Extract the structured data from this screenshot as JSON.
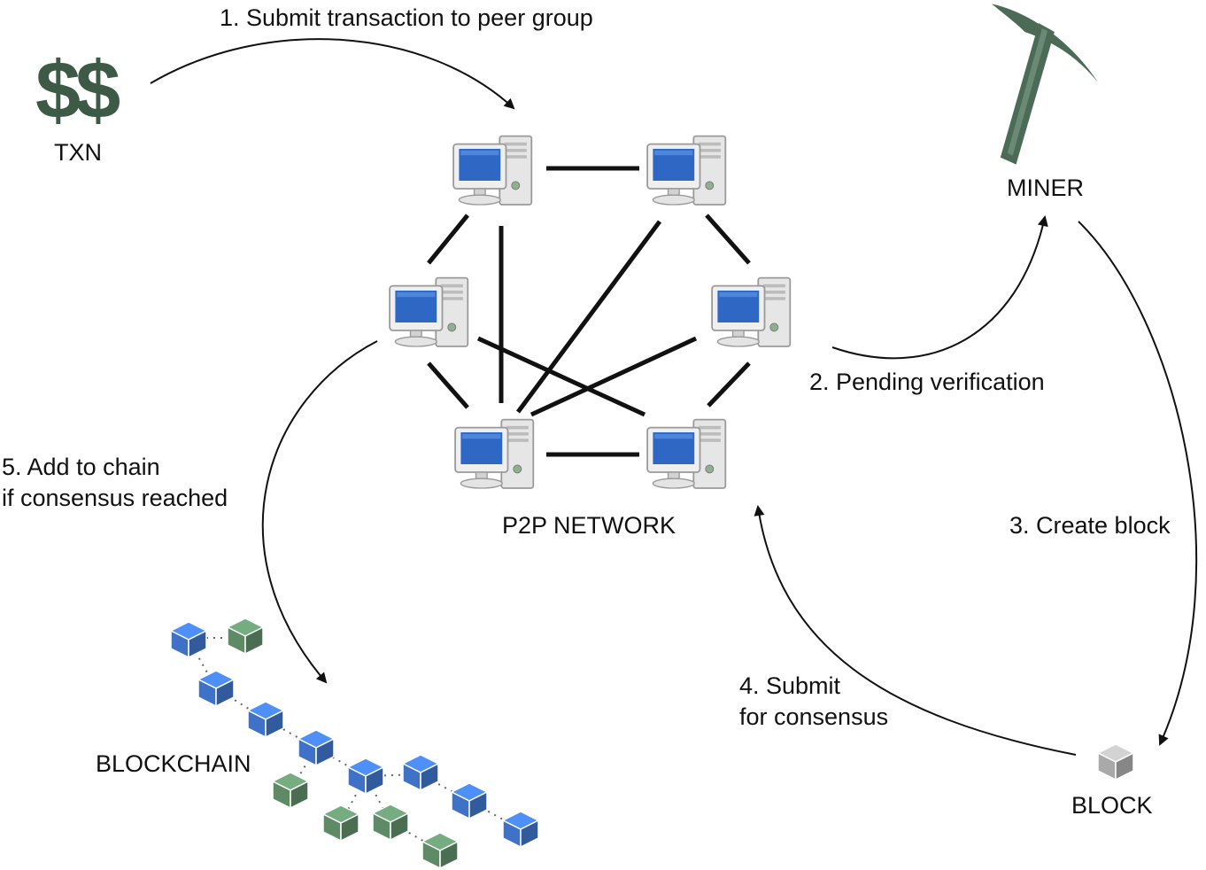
{
  "icons": {
    "txn_symbol": "$$",
    "txn_symbol_color": "#3c5a45",
    "computer": "desktop-computer-icon",
    "pickaxe": "pickaxe-icon",
    "cube": "cube-icon"
  },
  "colors": {
    "blue_block": "#3f72c6",
    "green_block": "#5e8a66",
    "gray_block": "#a9a9a9",
    "pickaxe": "#4b6b57"
  },
  "labels": {
    "txn": "TXN",
    "miner": "MINER",
    "p2p_network": "P2P NETWORK",
    "block": "BLOCK",
    "blockchain": "BLOCKCHAIN"
  },
  "steps": {
    "step1": "1. Submit transaction to peer group",
    "step2": "2. Pending verification",
    "step3": "3. Create block",
    "step4_line1": "4. Submit",
    "step4_line2": "for consensus",
    "step5_line1": "5. Add to chain",
    "step5_line2": "if consensus reached"
  }
}
